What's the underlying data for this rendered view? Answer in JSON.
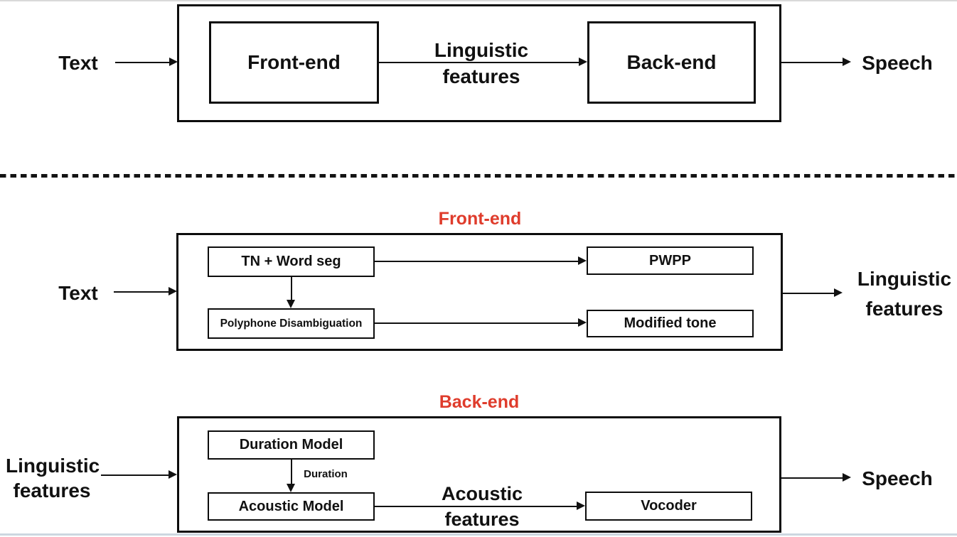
{
  "colors": {
    "accent_red": "#df3c2c",
    "diagram_line": "#111111",
    "top_edge": "#d9d9d9",
    "bottom_edge": "#ccd7e0"
  },
  "overview": {
    "input_label": "Text",
    "front_box_label": "Front-end",
    "mid_label_line1": "Linguistic",
    "mid_label_line2": "features",
    "back_box_label": "Back-end",
    "output_label": "Speech"
  },
  "frontend_detail": {
    "title": "Front-end",
    "input_label": "Text",
    "boxes": {
      "tn_word_seg": "TN + Word seg",
      "polyphone": "Polyphone Disambiguation",
      "pwpp": "PWPP",
      "modified_tone": "Modified tone"
    },
    "output_label_line1": "Linguistic",
    "output_label_line2": "features"
  },
  "backend_detail": {
    "title": "Back-end",
    "input_label_line1": "Linguistic",
    "input_label_line2": "features",
    "boxes": {
      "duration_model": "Duration Model",
      "acoustic_model": "Acoustic Model",
      "vocoder": "Vocoder"
    },
    "duration_arrow_label": "Duration",
    "mid_label_line1": "Acoustic",
    "mid_label_line2": "features",
    "output_label": "Speech"
  }
}
